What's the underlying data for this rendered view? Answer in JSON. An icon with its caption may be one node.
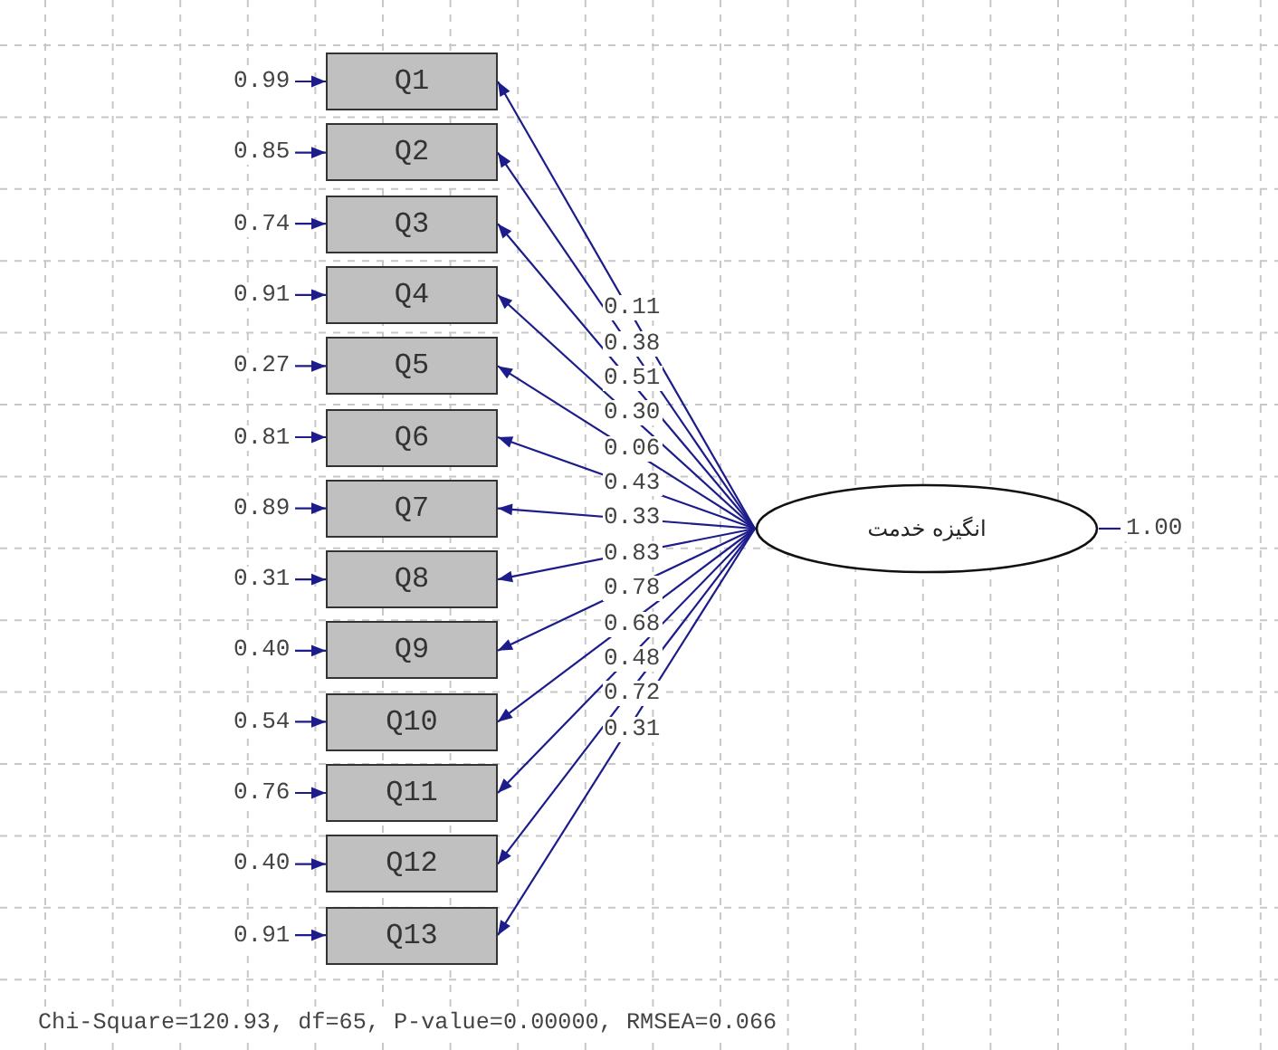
{
  "diagram": {
    "nodes": [
      {
        "text": [
          "Q1"
        ]
      },
      {
        "text": [
          "Q2"
        ]
      },
      {
        "text": [
          "Q3"
        ]
      },
      {
        "text": [
          "Q4"
        ]
      },
      {
        "text": [
          "Q5"
        ]
      },
      {
        "text": [
          "Q6"
        ]
      },
      {
        "text": [
          "Q7"
        ]
      },
      {
        "text": [
          "Q8"
        ]
      },
      {
        "text": [
          "Q9"
        ]
      },
      {
        "text": [
          "Q10"
        ]
      },
      {
        "text": [
          "Q11"
        ]
      },
      {
        "text": [
          "Q12"
        ]
      },
      {
        "text": [
          "Q13"
        ]
      },
      {
        "text": [
          "انگیزه خدمت"
        ]
      }
    ],
    "edges": [
      {
        "from": 13,
        "to": 0,
        "arrow": "to",
        "label": "0.11"
      },
      {
        "from": 13,
        "to": 1,
        "arrow": "to",
        "label": "0.38"
      },
      {
        "from": 13,
        "to": 2,
        "arrow": "to",
        "label": "0.51"
      },
      {
        "from": 13,
        "to": 3,
        "arrow": "to",
        "label": "0.30"
      },
      {
        "from": 13,
        "to": 4,
        "arrow": "to",
        "label": "0.06"
      },
      {
        "from": 13,
        "to": 5,
        "arrow": "to",
        "label": "0.43"
      },
      {
        "from": 13,
        "to": 6,
        "arrow": "to",
        "label": "0.33"
      },
      {
        "from": 13,
        "to": 7,
        "arrow": "to",
        "label": "0.83"
      },
      {
        "from": 13,
        "to": 8,
        "arrow": "to",
        "label": "0.78"
      },
      {
        "from": 13,
        "to": 9,
        "arrow": "to",
        "label": "0.68"
      },
      {
        "from": 13,
        "to": 10,
        "arrow": "to",
        "label": "0.48"
      },
      {
        "from": 13,
        "to": 11,
        "arrow": "to",
        "label": "0.72"
      },
      {
        "from": 13,
        "to": 12,
        "arrow": "to",
        "label": "0.31"
      },
      {
        "from": null,
        "to": 0,
        "arrow": "to",
        "label": "0.99"
      },
      {
        "from": null,
        "to": 1,
        "arrow": "to",
        "label": "0.85"
      },
      {
        "from": null,
        "to": 2,
        "arrow": "to",
        "label": "0.74"
      },
      {
        "from": null,
        "to": 3,
        "arrow": "to",
        "label": "0.91"
      },
      {
        "from": null,
        "to": 4,
        "arrow": "to",
        "label": "0.27"
      },
      {
        "from": null,
        "to": 5,
        "arrow": "to",
        "label": "0.81"
      },
      {
        "from": null,
        "to": 6,
        "arrow": "to",
        "label": "0.89"
      },
      {
        "from": null,
        "to": 7,
        "arrow": "to",
        "label": "0.31"
      },
      {
        "from": null,
        "to": 8,
        "arrow": "to",
        "label": "0.40"
      },
      {
        "from": null,
        "to": 9,
        "arrow": "to",
        "label": "0.54"
      },
      {
        "from": null,
        "to": 10,
        "arrow": "to",
        "label": "0.76"
      },
      {
        "from": null,
        "to": 11,
        "arrow": "to",
        "label": "0.40"
      },
      {
        "from": null,
        "to": 12,
        "arrow": "to",
        "label": "0.91"
      },
      {
        "from": null,
        "to": 13,
        "arrow": "none",
        "label": "1.00"
      }
    ],
    "labels": [
      "Chi-Square=120.93, df=65, P-value=0.00000, RMSEA=0.066"
    ]
  }
}
